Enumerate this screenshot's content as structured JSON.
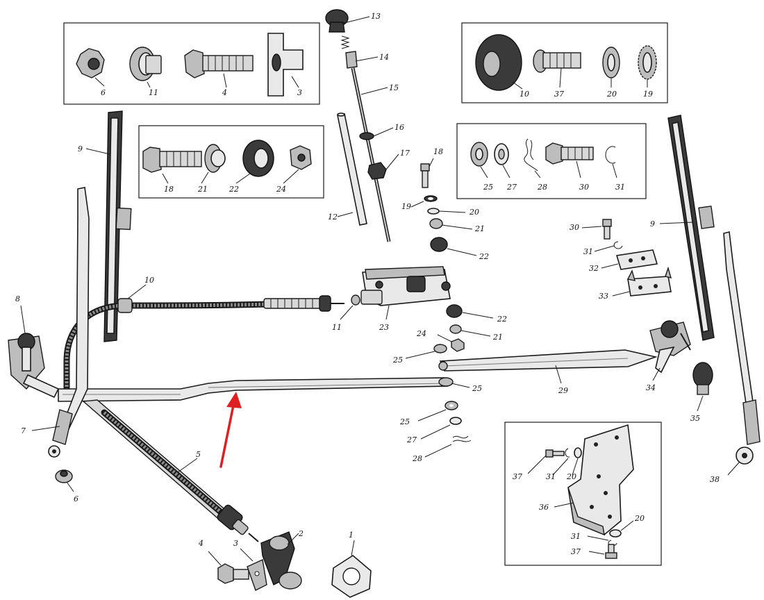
{
  "callouts": [
    {
      "id": "6",
      "text": "6"
    },
    {
      "id": "11",
      "text": "11"
    },
    {
      "id": "4",
      "text": "4"
    },
    {
      "id": "3",
      "text": "3"
    },
    {
      "id": "18",
      "text": "18"
    },
    {
      "id": "21",
      "text": "21"
    },
    {
      "id": "22",
      "text": "22"
    },
    {
      "id": "24",
      "text": "24"
    },
    {
      "id": "13",
      "text": "13"
    },
    {
      "id": "14",
      "text": "14"
    },
    {
      "id": "15",
      "text": "15"
    },
    {
      "id": "16",
      "text": "16"
    },
    {
      "id": "17",
      "text": "17"
    },
    {
      "id": "12",
      "text": "12"
    },
    {
      "id": "10",
      "text": "10"
    },
    {
      "id": "37",
      "text": "37"
    },
    {
      "id": "20",
      "text": "20"
    },
    {
      "id": "19",
      "text": "19"
    },
    {
      "id": "25",
      "text": "25"
    },
    {
      "id": "27",
      "text": "27"
    },
    {
      "id": "28",
      "text": "28"
    },
    {
      "id": "30",
      "text": "30"
    },
    {
      "id": "31",
      "text": "31"
    },
    {
      "id": "9",
      "text": "9"
    },
    {
      "id": "8",
      "text": "8"
    },
    {
      "id": "7",
      "text": "7"
    },
    {
      "id": "5",
      "text": "5"
    },
    {
      "id": "2",
      "text": "2"
    },
    {
      "id": "1",
      "text": "1"
    },
    {
      "id": "23",
      "text": "23"
    },
    {
      "id": "32",
      "text": "32"
    },
    {
      "id": "33",
      "text": "33"
    },
    {
      "id": "29",
      "text": "29"
    },
    {
      "id": "34",
      "text": "34"
    },
    {
      "id": "35",
      "text": "35"
    },
    {
      "id": "36",
      "text": "36"
    },
    {
      "id": "38",
      "text": "38"
    }
  ],
  "colors": {
    "line": "#1a1a1a",
    "arrow": "#e02020",
    "background": "#ffffff"
  }
}
